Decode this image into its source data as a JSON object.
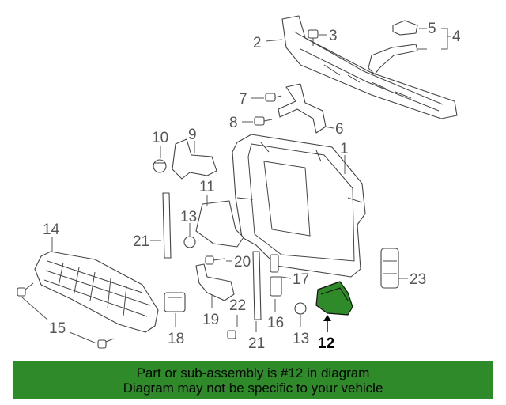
{
  "callouts": {
    "c1": "1",
    "c2": "2",
    "c3": "3",
    "c4": "4",
    "c5": "5",
    "c6": "6",
    "c7": "7",
    "c8": "8",
    "c9": "9",
    "c10": "10",
    "c11": "11",
    "c12": "12",
    "c13a": "13",
    "c13b": "13",
    "c14": "14",
    "c15": "15",
    "c16": "16",
    "c17": "17",
    "c19": "19",
    "c20": "20",
    "c21a": "21",
    "c21b": "21",
    "c22": "22",
    "c23": "23",
    "c18": "18"
  },
  "highlight": {
    "part": "12",
    "color": "#2f8a2a"
  },
  "banner": {
    "line1": "Part or sub-assembly is #12 in diagram",
    "line2": "Diagram may not be specific to your vehicle",
    "color": "#2f8a2a"
  }
}
